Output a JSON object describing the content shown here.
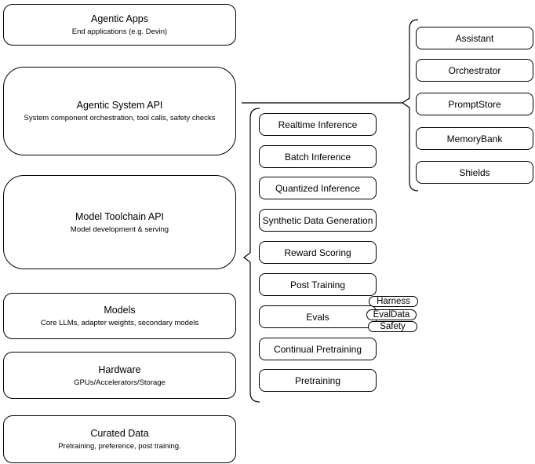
{
  "layers": [
    {
      "title": "Agentic Apps",
      "subtitle": "End applications (e.g. Devin)"
    },
    {
      "title": "Agentic System API",
      "subtitle": "System component orchestration, tool calls, safety checks"
    },
    {
      "title": "Model Toolchain API",
      "subtitle": "Model development & serving"
    },
    {
      "title": "Models",
      "subtitle": "Core LLMs, adapter weights, secondary models"
    },
    {
      "title": "Hardware",
      "subtitle": "GPUs/Accelerators/Storage"
    },
    {
      "title": "Curated Data",
      "subtitle": "Pretraining, preference, post training."
    }
  ],
  "toolchain": {
    "items": [
      "Realtime Inference",
      "Batch Inference",
      "Quantized Inference",
      "Synthetic Data Generation",
      "Reward Scoring",
      "Post Training",
      "Evals",
      "Continual Pretraining",
      "Pretraining"
    ]
  },
  "eval_tags": [
    "Harness",
    "EvalData",
    "Safety"
  ],
  "system_components": [
    "Assistant",
    "Orchestrator",
    "PromptStore",
    "MemoryBank",
    "Shields"
  ],
  "colors": {
    "stroke": "#000000",
    "fill": "#ffffff",
    "text": "#000000"
  }
}
